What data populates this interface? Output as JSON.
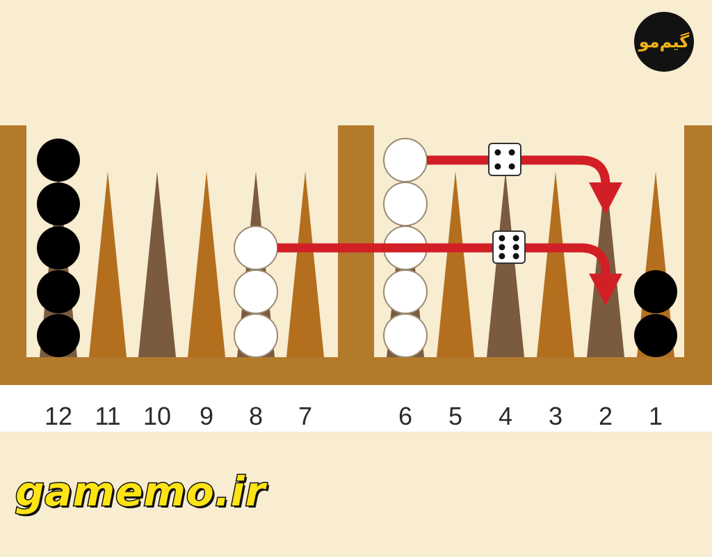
{
  "logo": {
    "text": "گیم‌مو"
  },
  "watermark": {
    "text": "gamemo.ir"
  },
  "board": {
    "colors": {
      "background": "#f8ecd1",
      "frame": "#b37a2c",
      "dark_point": "#7a5b3f",
      "light_point": "#b36f1e",
      "white_checker": "#ffffff",
      "black_checker": "#000000",
      "arrow": "#d21f26"
    },
    "points": [
      {
        "number": "12",
        "black_checkers": 5,
        "white_checkers": 0
      },
      {
        "number": "11",
        "black_checkers": 0,
        "white_checkers": 0
      },
      {
        "number": "10",
        "black_checkers": 0,
        "white_checkers": 0
      },
      {
        "number": "9",
        "black_checkers": 0,
        "white_checkers": 0
      },
      {
        "number": "8",
        "black_checkers": 0,
        "white_checkers": 3
      },
      {
        "number": "7",
        "black_checkers": 0,
        "white_checkers": 0
      },
      {
        "number": "6",
        "black_checkers": 0,
        "white_checkers": 5
      },
      {
        "number": "5",
        "black_checkers": 0,
        "white_checkers": 0
      },
      {
        "number": "4",
        "black_checkers": 0,
        "white_checkers": 0
      },
      {
        "number": "3",
        "black_checkers": 0,
        "white_checkers": 0
      },
      {
        "number": "2",
        "black_checkers": 0,
        "white_checkers": 0
      },
      {
        "number": "1",
        "black_checkers": 2,
        "white_checkers": 0
      }
    ],
    "moves": [
      {
        "from": "6",
        "to": "2",
        "die": 4
      },
      {
        "from": "8",
        "to": "2",
        "die": 6
      }
    ]
  }
}
